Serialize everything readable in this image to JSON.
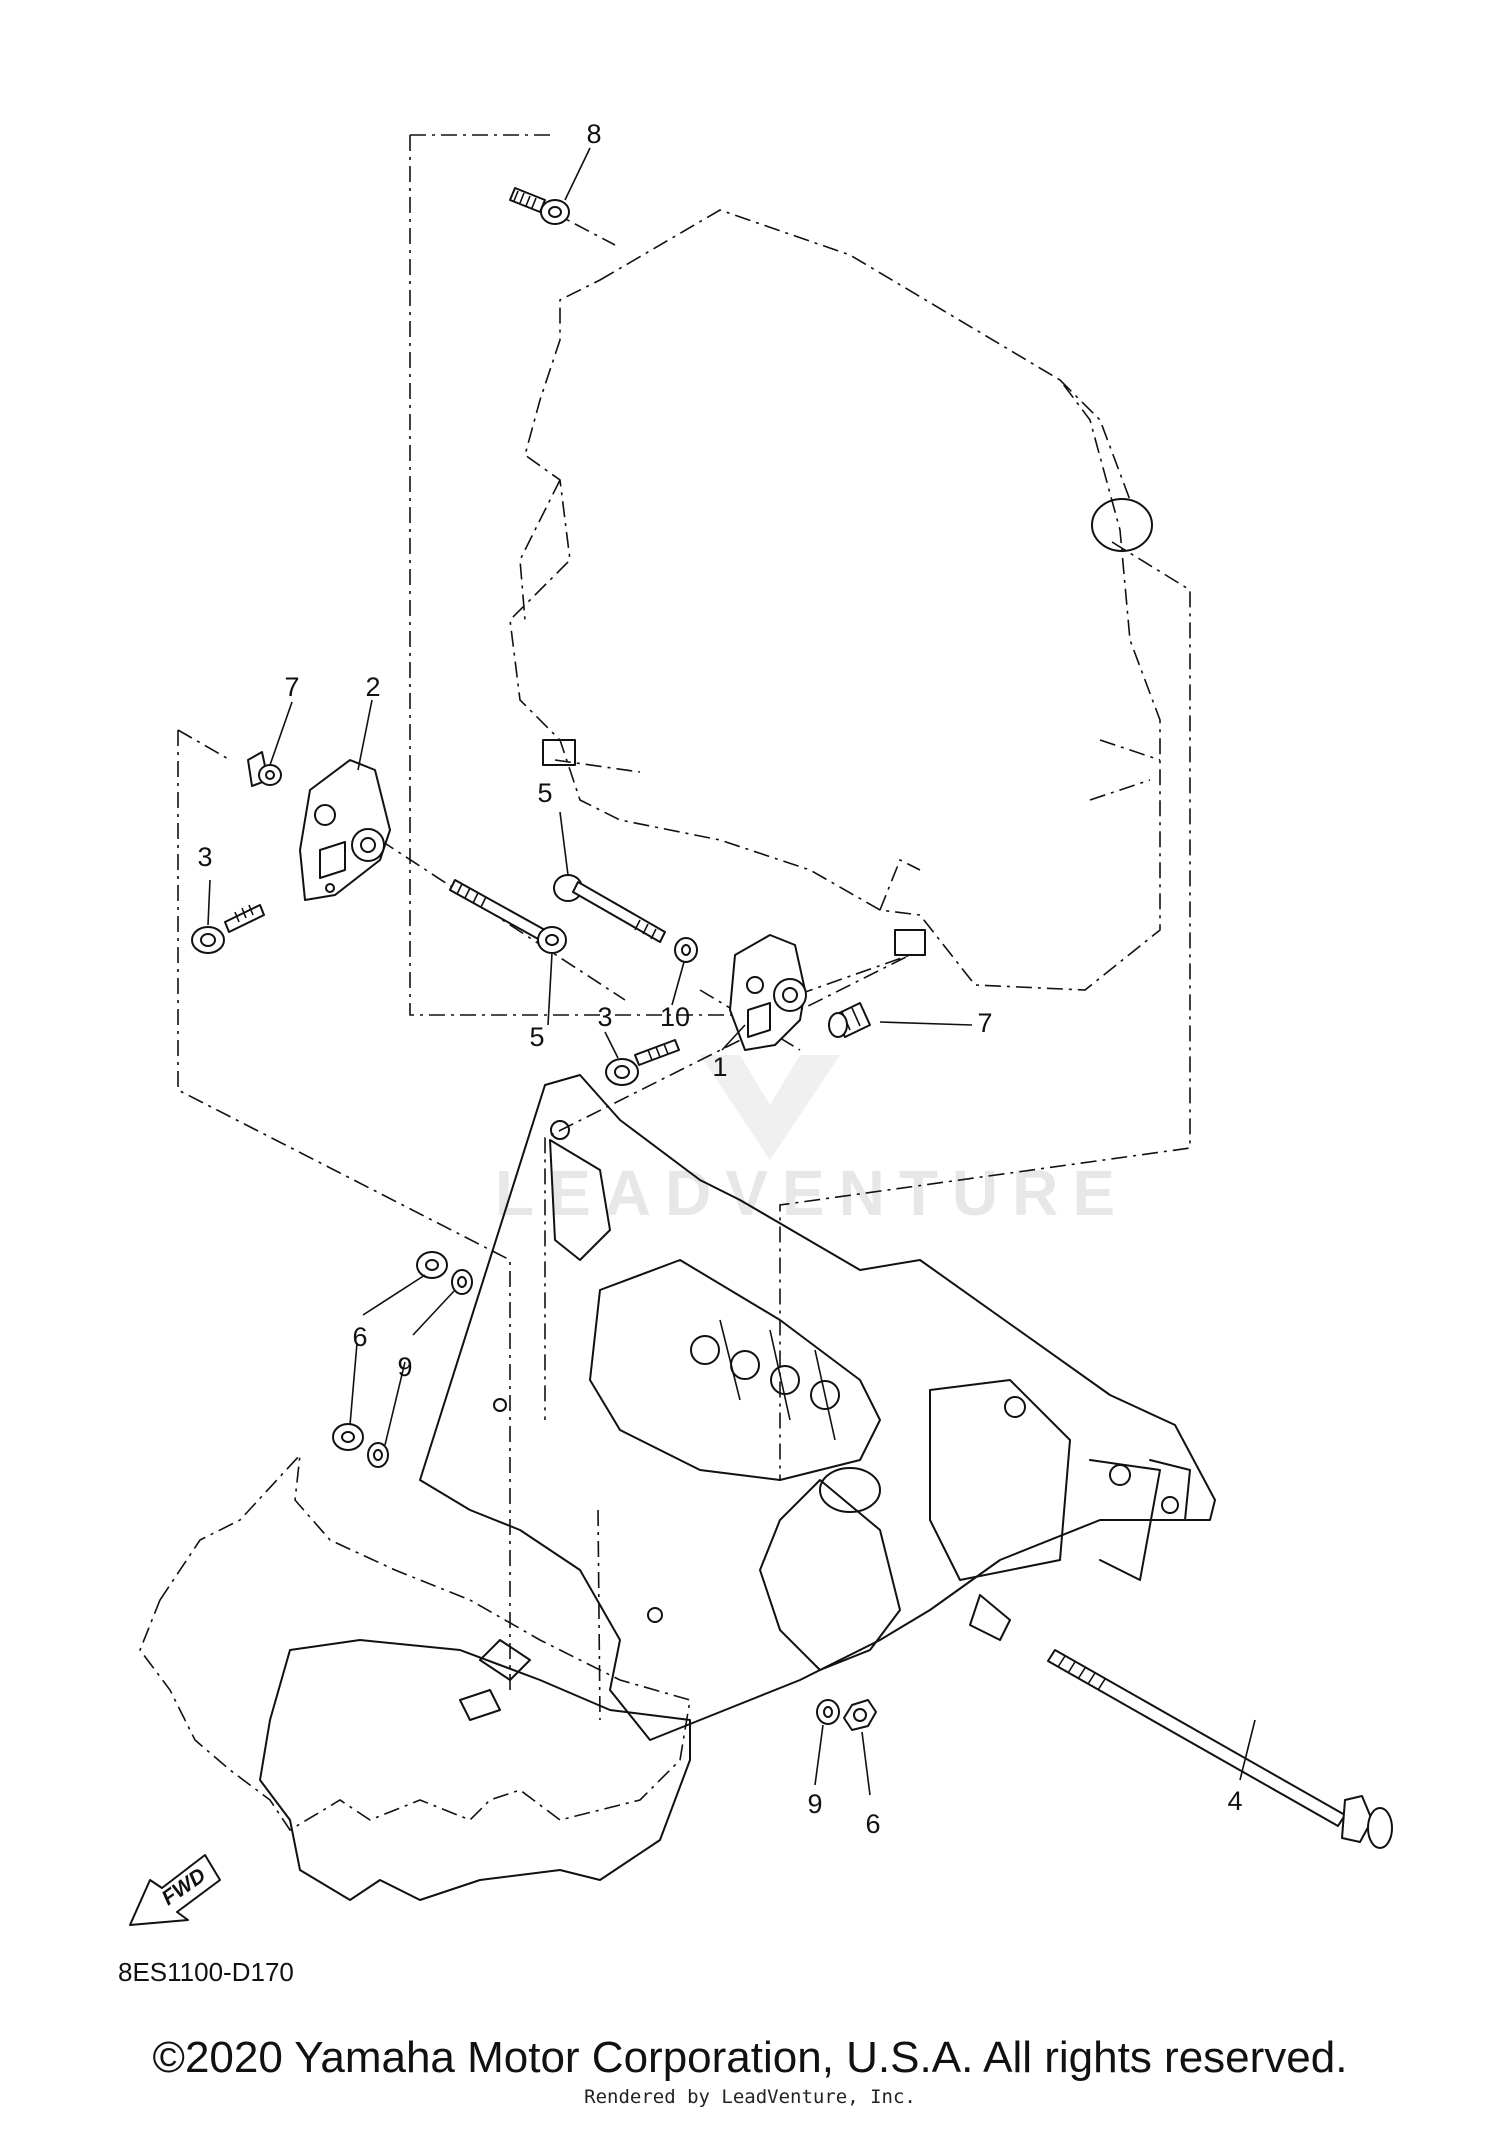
{
  "watermark": "LEADVENTURE",
  "diagram_code": "8ES1100-D170",
  "fwd_label": "FWD",
  "callouts": {
    "c8": "8",
    "c7a": "7",
    "c2": "2",
    "c3a": "3",
    "c5a": "5",
    "c5b": "5",
    "c3b": "3",
    "c10": "10",
    "c1": "1",
    "c7b": "7",
    "c6a": "6",
    "c9a": "9",
    "c9b": "9",
    "c6b": "6",
    "c4": "4"
  },
  "copyright": "©2020 Yamaha Motor Corporation, U.S.A. All rights reserved.",
  "rendered_by": "Rendered by LeadVenture, Inc."
}
